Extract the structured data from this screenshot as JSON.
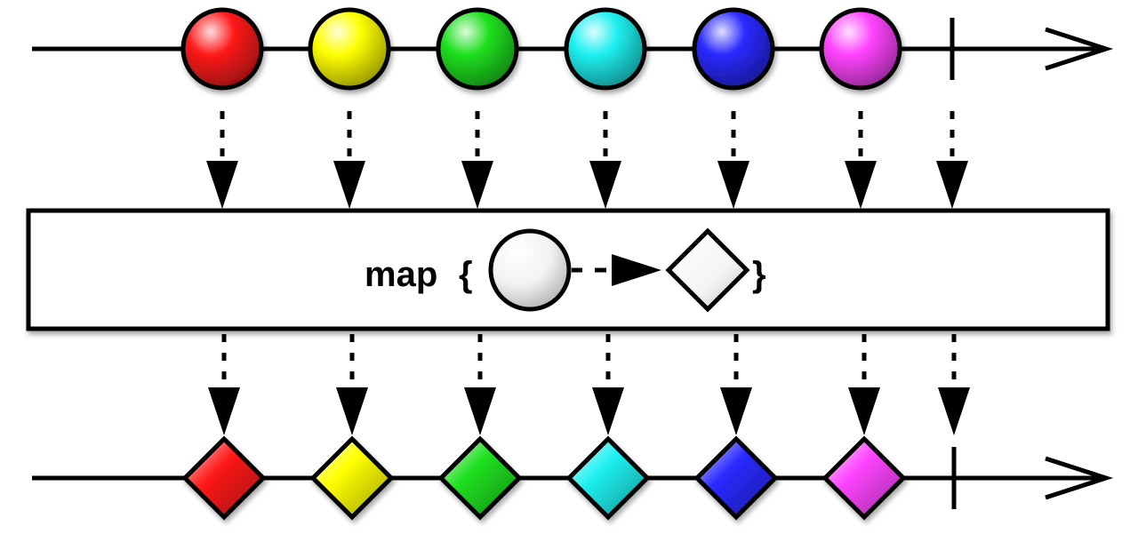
{
  "diagram": {
    "type": "marble-diagram",
    "operator": {
      "name": "map",
      "open_brace": "{",
      "close_brace": "}",
      "transform": {
        "from_shape": "circle",
        "to_shape": "diamond"
      }
    },
    "input_stream": {
      "item_shape": "circle",
      "items": [
        {
          "color": "#ff1a1a"
        },
        {
          "color": "#ffff00"
        },
        {
          "color": "#1fe01f"
        },
        {
          "color": "#1ff0f0"
        },
        {
          "color": "#2a2aff"
        },
        {
          "color": "#ff44ff"
        }
      ],
      "completed": true
    },
    "output_stream": {
      "item_shape": "diamond",
      "items": [
        {
          "color": "#ff1a1a"
        },
        {
          "color": "#ffff00"
        },
        {
          "color": "#1fe01f"
        },
        {
          "color": "#1ff0f0"
        },
        {
          "color": "#2a2aff"
        },
        {
          "color": "#ff44ff"
        }
      ],
      "completed": true
    }
  }
}
